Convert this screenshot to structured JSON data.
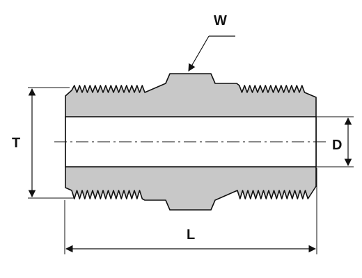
{
  "labels": {
    "width_across_flats": "W",
    "thread_diameter": "T",
    "bore_diameter": "D",
    "length": "L"
  },
  "colors": {
    "body_fill": "#c8c8c8",
    "bore_fill": "#ffffff",
    "line": "#111111",
    "background": "#ffffff"
  }
}
